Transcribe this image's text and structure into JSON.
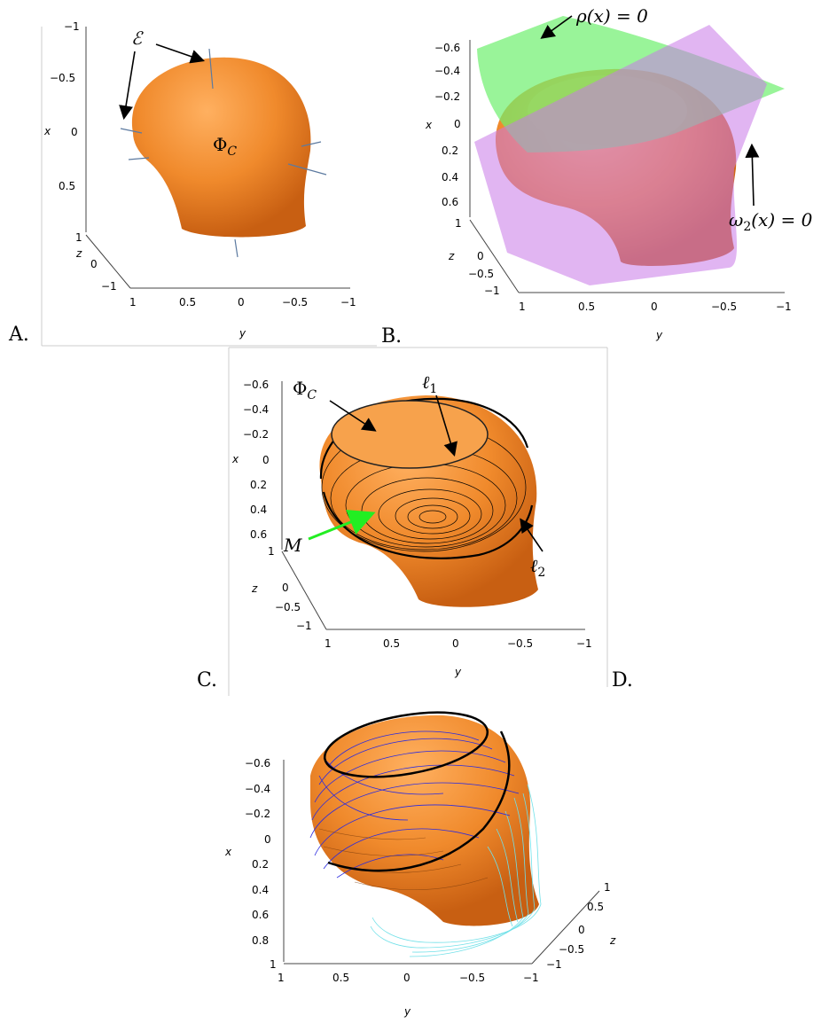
{
  "panel_labels": {
    "a": "A.",
    "b": "B.",
    "c": "C.",
    "d": "D."
  },
  "axes": {
    "x_label": "x",
    "y_label": "y",
    "z_label": "z",
    "y_ticks": [
      "1",
      "0.5",
      "0",
      "−0.5",
      "−1"
    ],
    "z_ticks": [
      "1",
      "0",
      "−0.5",
      "−1"
    ],
    "a_x_ticks": [
      "−1",
      "−0.5",
      "0",
      "0.5"
    ],
    "b_x_ticks": [
      "−0.6",
      "−0.4",
      "−0.2",
      "0",
      "0.2",
      "0.4",
      "0.6"
    ],
    "c_x_ticks": [
      "−0.6",
      "−0.4",
      "−0.2",
      "0",
      "0.2",
      "0.4",
      "0.6"
    ],
    "d_x_ticks": [
      "−0.6",
      "−0.4",
      "−0.2",
      "0",
      "0.2",
      "0.4",
      "0.6",
      "0.8",
      "1"
    ],
    "d_z_ticks": [
      "1",
      "0.5",
      "0",
      "−0.5",
      "−1"
    ]
  },
  "annotations": {
    "a_E": "ℰ",
    "a_Phi": "Φ",
    "a_Phi_sub": "C",
    "b_rho": "ρ(x) = 0",
    "b_omega": "ω",
    "b_omega_sub": "2",
    "b_omega_rest": "(x) = 0",
    "c_Phi": "Φ",
    "c_Phi_sub": "C",
    "c_l": "ℓ",
    "c_l1_sub": "1",
    "c_l2_sub": "2",
    "c_M": "M"
  },
  "colors": {
    "surface": "#f08a2c",
    "surface_light": "#ffb060",
    "surface_dark": "#c85f12",
    "rho_plane": "#6ef06e",
    "omega_plane": "#c878e8",
    "arrow_green": "#22ee22",
    "orbit_blue": "#2a2ae0",
    "orbit_cyan": "#70e0e8"
  }
}
